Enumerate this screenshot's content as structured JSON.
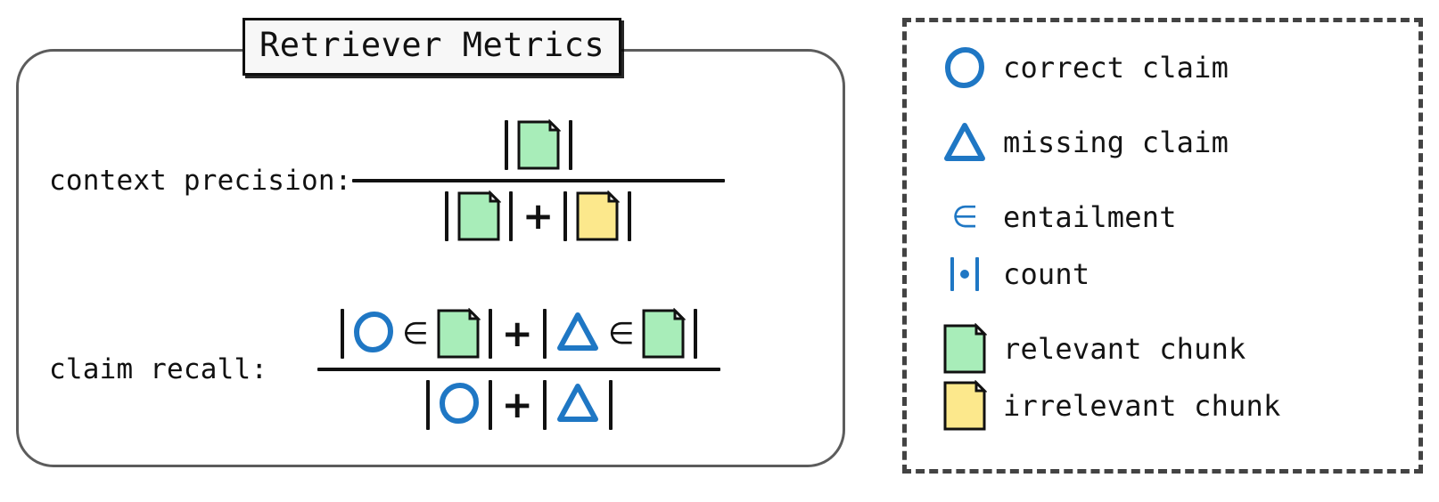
{
  "panel": {
    "title": "Retriever Metrics",
    "border_color": "#5c5c5c",
    "title_border_color": "#0f0f0f",
    "title_bg": "#f7f7f7"
  },
  "metrics": [
    {
      "id": "context-precision",
      "label": "context precision:",
      "numerator": "| relevant-chunk |",
      "denominator": "| relevant-chunk | + | irrelevant-chunk |"
    },
    {
      "id": "claim-recall",
      "label": "claim recall:",
      "numerator": "| correct-claim ∈ relevant-chunk | + | missing-claim ∈ relevant-chunk |",
      "denominator": "| correct-claim | + | missing-claim |"
    }
  ],
  "glyphs": {
    "plus": "+",
    "element_of": "∈",
    "vertical_bar": "|"
  },
  "legend": {
    "border_style": "dashed",
    "border_color": "#434343",
    "items": [
      {
        "icon": "correct-claim-circle-icon",
        "label": "correct claim",
        "color": "#1f77c4"
      },
      {
        "icon": "missing-claim-triangle-icon",
        "label": "missing claim",
        "color": "#1f77c4"
      },
      {
        "icon": "element-of-icon",
        "label": "entailment",
        "color": "#1f77c4",
        "symbol": "∈"
      },
      {
        "icon": "count-icon",
        "label": "count",
        "color": "#1f77c4",
        "symbol": "|•|"
      },
      {
        "icon": "relevant-chunk-icon",
        "label": "relevant chunk",
        "color": "#a8edb9"
      },
      {
        "icon": "irrelevant-chunk-icon",
        "label": "irrelevant chunk",
        "color": "#fce88c"
      }
    ]
  },
  "colors": {
    "relevant_chunk_fill": "#a8edb9",
    "irrelevant_chunk_fill": "#fce88c",
    "claim_blue": "#1f77c4",
    "ink": "#111111",
    "panel_gray": "#5c5c5c"
  }
}
